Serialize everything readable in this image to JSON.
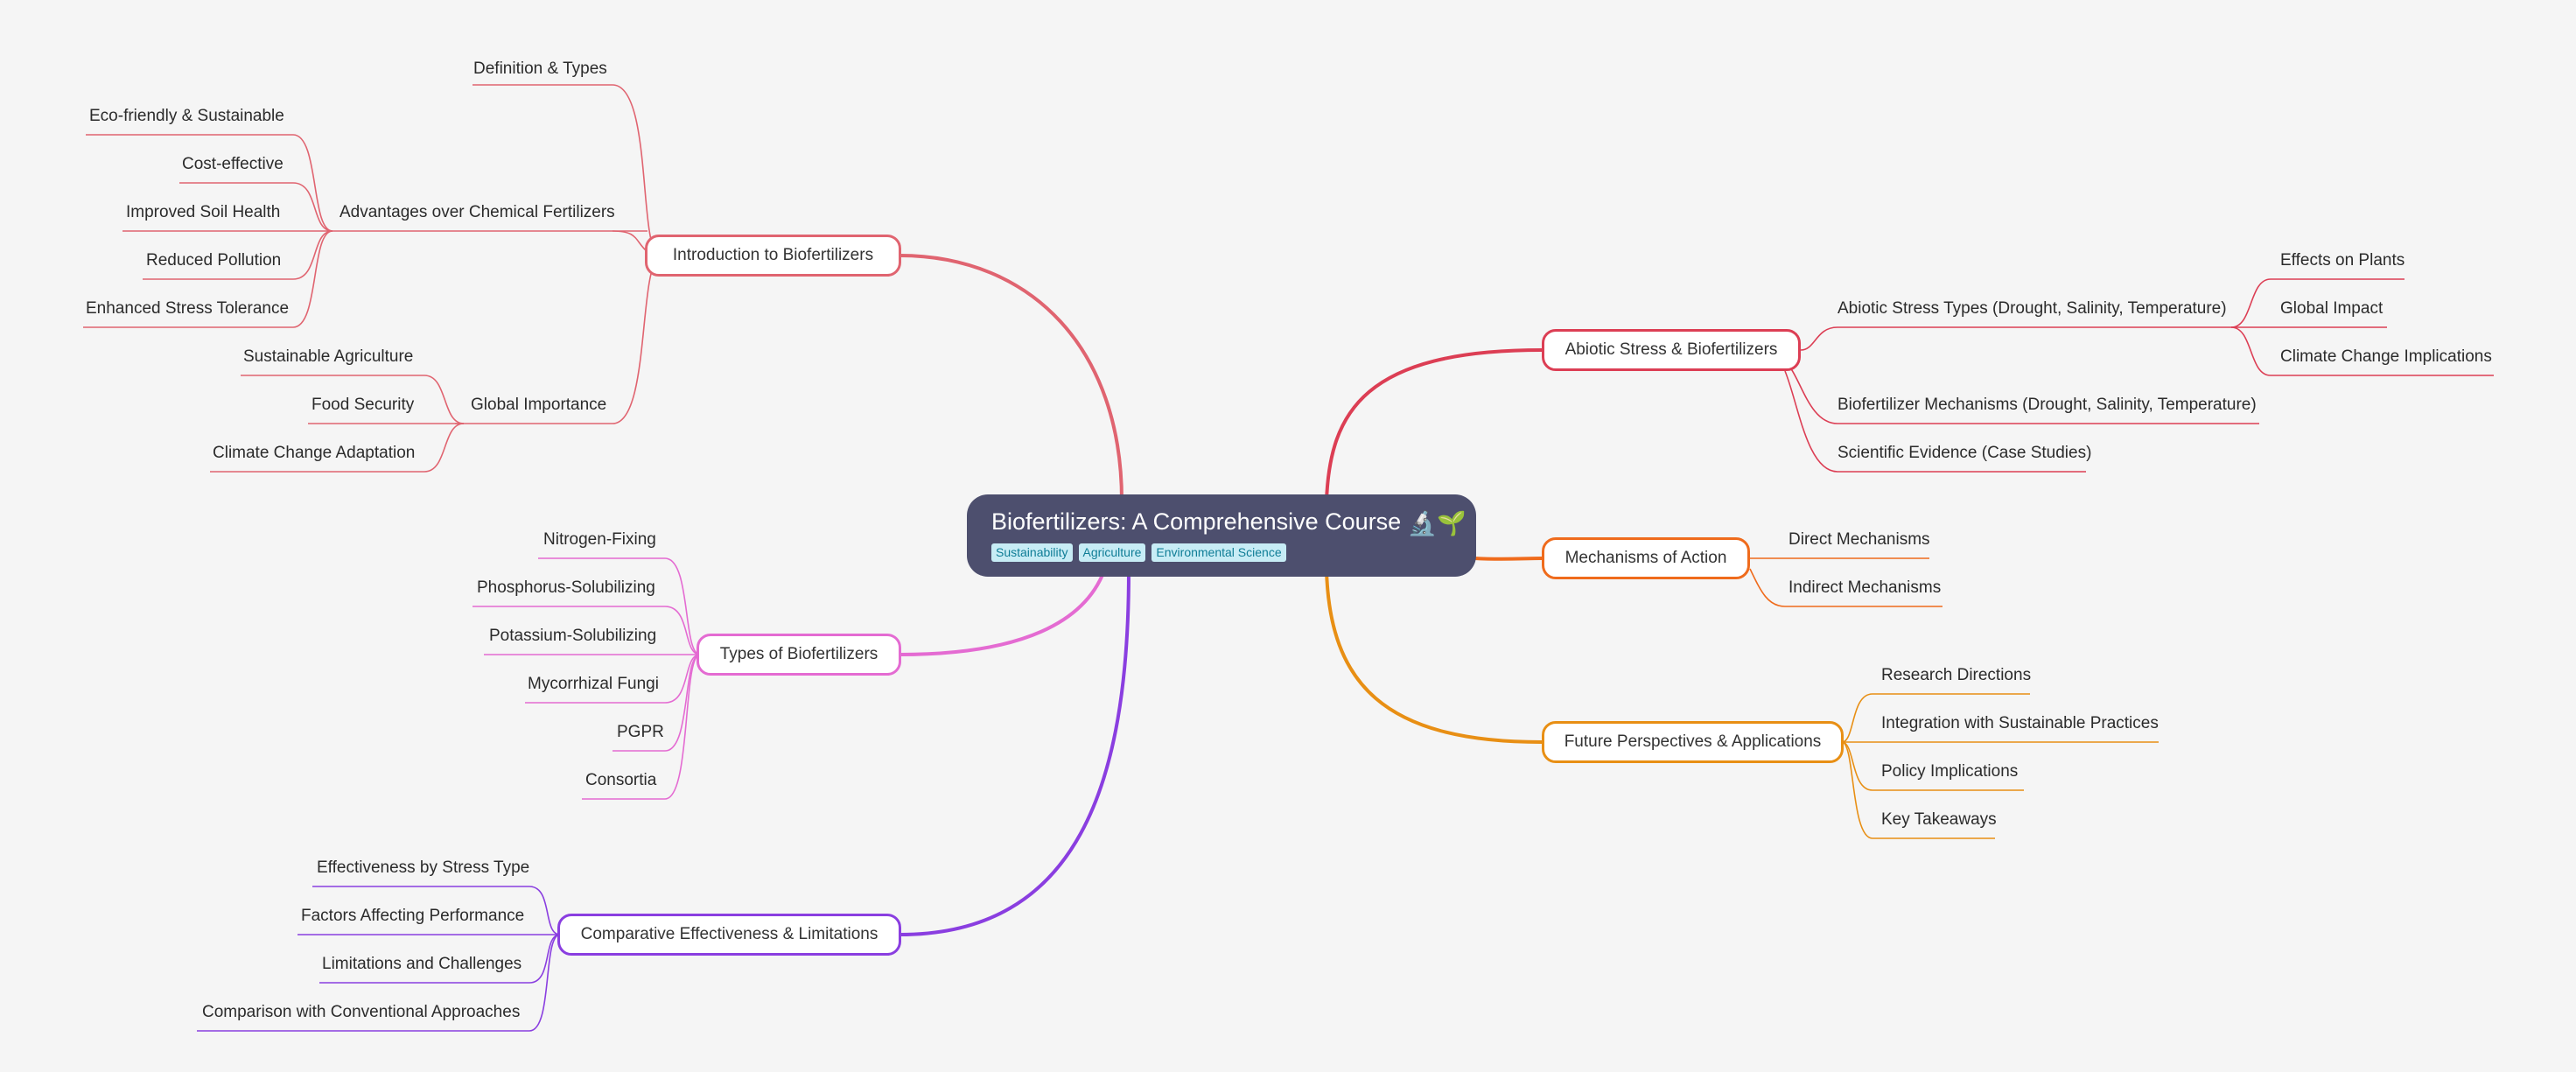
{
  "root": {
    "title": "Biofertilizers: A Comprehensive Course",
    "emoji": "🔬🌱",
    "tags": [
      "Sustainability",
      "Agriculture",
      "Environmental Science"
    ]
  },
  "colors": {
    "introduction": "#e06470",
    "types": "#e46bd2",
    "comparative": "#8a3ee0",
    "abiotic": "#dc3e54",
    "mechanisms": "#ef6b1c",
    "future": "#e88f14",
    "root_bg": "#4d4f6e",
    "background": "#f5f5f5"
  },
  "branches": {
    "introduction": {
      "label": "Introduction to Biofertilizers",
      "children": {
        "definition": "Definition & Types",
        "advantages": {
          "label": "Advantages over Chemical Fertilizers",
          "children": [
            "Eco-friendly & Sustainable",
            "Cost-effective",
            "Improved Soil Health",
            "Reduced Pollution",
            "Enhanced Stress Tolerance"
          ]
        },
        "importance": {
          "label": "Global Importance",
          "children": [
            "Sustainable Agriculture",
            "Food Security",
            "Climate Change Adaptation"
          ]
        }
      }
    },
    "types": {
      "label": "Types of Biofertilizers",
      "children": [
        "Nitrogen-Fixing",
        "Phosphorus-Solubilizing",
        "Potassium-Solubilizing",
        "Mycorrhizal Fungi",
        "PGPR",
        "Consortia"
      ]
    },
    "comparative": {
      "label": "Comparative Effectiveness & Limitations",
      "children": [
        "Effectiveness by Stress Type",
        "Factors Affecting Performance",
        "Limitations and Challenges",
        "Comparison with Conventional Approaches"
      ]
    },
    "abiotic": {
      "label": "Abiotic Stress & Biofertilizers",
      "children": {
        "stress_types": {
          "label": "Abiotic Stress Types (Drought, Salinity, Temperature)",
          "children": [
            "Effects on Plants",
            "Global Impact",
            "Climate Change Implications"
          ]
        },
        "mechanisms": "Biofertilizer Mechanisms (Drought, Salinity, Temperature)",
        "evidence": "Scientific Evidence (Case Studies)"
      }
    },
    "mechanisms": {
      "label": "Mechanisms of Action",
      "children": [
        "Direct Mechanisms",
        "Indirect Mechanisms"
      ]
    },
    "future": {
      "label": "Future Perspectives & Applications",
      "children": [
        "Research Directions",
        "Integration with Sustainable Practices",
        "Policy Implications",
        "Key Takeaways"
      ]
    }
  }
}
